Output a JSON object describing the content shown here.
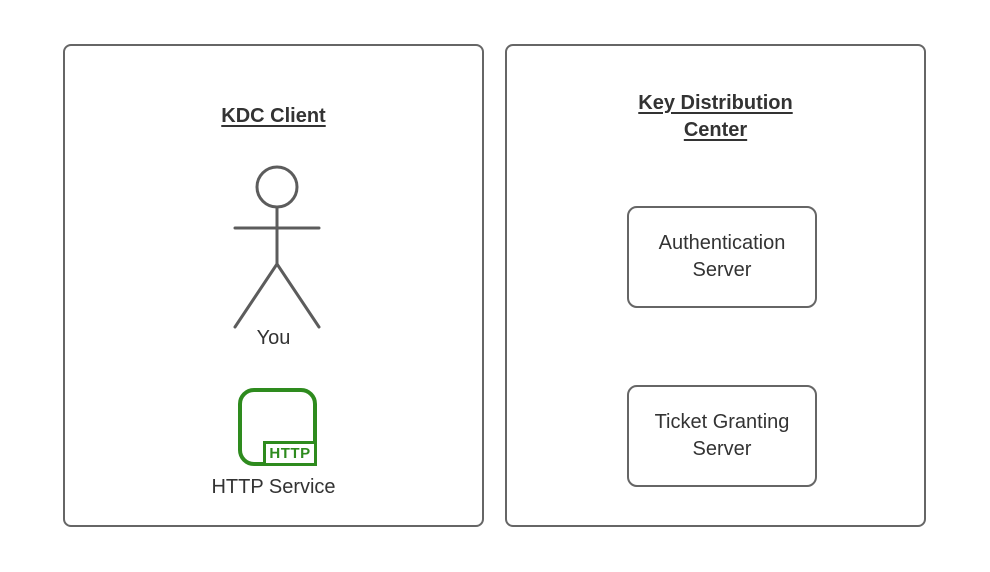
{
  "diagram": {
    "left_panel": {
      "title": "KDC Client",
      "actor_label": "You",
      "http_icon_badge": "HTTP",
      "http_service_label": "HTTP Service"
    },
    "right_panel": {
      "title": "Key Distribution Center",
      "boxes": [
        {
          "label": "Authentication Server"
        },
        {
          "label": "Ticket Granting Server"
        }
      ]
    },
    "icons": {
      "actor": "stick-figure-icon",
      "http_service": "http-service-icon"
    },
    "colors": {
      "border_gray": "#666666",
      "text": "#333333",
      "accent_green": "#2E8B1E",
      "background": "#ffffff"
    }
  }
}
